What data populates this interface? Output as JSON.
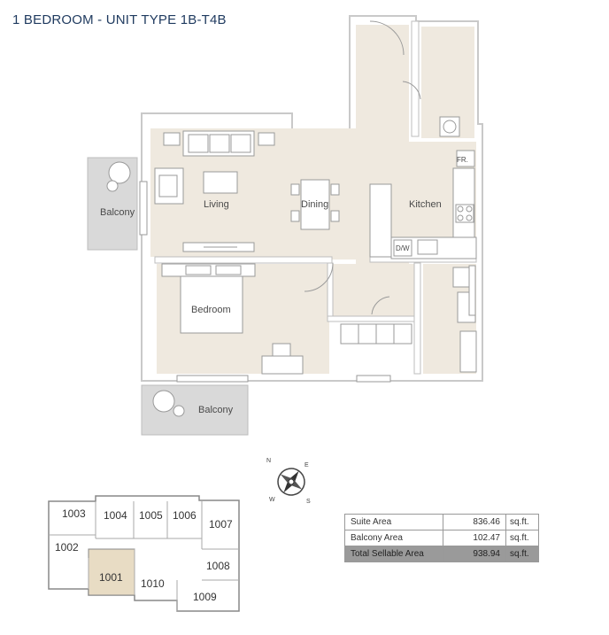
{
  "title": "1 BEDROOM - UNIT TYPE 1B-T4B",
  "rooms": {
    "living": "Living",
    "dining": "Dining",
    "kitchen": "Kitchen",
    "bedroom": "Bedroom",
    "balcony_top": "Balcony",
    "balcony_bottom": "Balcony",
    "fridge": "FR.",
    "dishwasher": "D/W"
  },
  "compass": {
    "n": "N",
    "e": "E",
    "s": "S",
    "w": "W"
  },
  "keyplan": {
    "units": [
      "1003",
      "1004",
      "1005",
      "1006",
      "1007",
      "1002",
      "1008",
      "1001",
      "1010",
      "1009"
    ],
    "highlighted": "1001",
    "highlight_color": "#e8dcc4"
  },
  "area_table": {
    "rows": [
      {
        "label": "Suite Area",
        "value": "836.46",
        "unit": "sq.ft."
      },
      {
        "label": "Balcony Area",
        "value": "102.47",
        "unit": "sq.ft."
      },
      {
        "label": "Total Sellable Area",
        "value": "938.94",
        "unit": "sq.ft."
      }
    ]
  },
  "colors": {
    "floor": "#efe9df",
    "wall": "#ffffff",
    "balcony": "#d9d9d9",
    "title": "#1f3a5f"
  }
}
